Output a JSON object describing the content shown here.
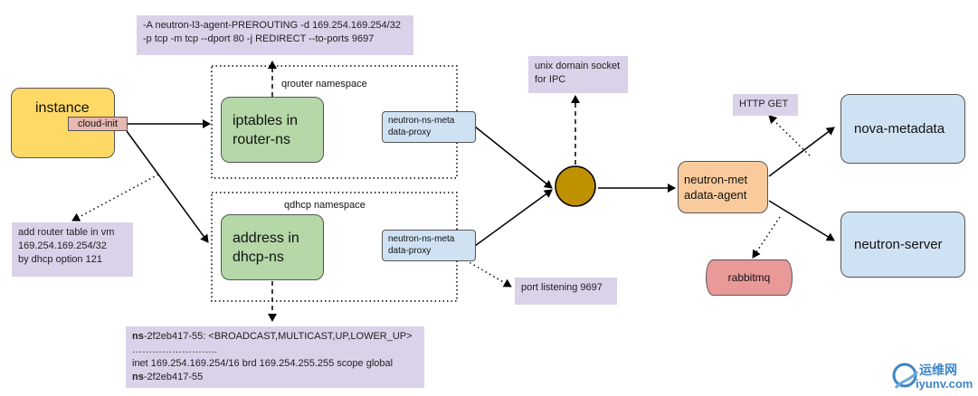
{
  "notes": {
    "iptables_rule": "-A neutron-l3-agent-PREROUTING -d 169.254.169.254/32\n-p tcp -m tcp --dport 80 -j REDIRECT --to-ports 9697",
    "unix_socket": "unix domain socket\nfor IPC",
    "http_get": "HTTP GET",
    "router_table": "add router table in vm\n169.254.169.254/32\nby dhcp option 121",
    "port_listening": "port listening 9697",
    "ns_line1_bold": "ns",
    "ns_line1_rest": "-2f2eb417-55: <BROADCAST,MULTICAST,UP,LOWER_UP>",
    "ns_line2": "……………………..",
    "ns_line3": "inet 169.254.169.254/16 brd 169.254.255.255 scope global",
    "ns_line4_bold": "ns",
    "ns_line4_rest": "-2f2eb417-55"
  },
  "namespaces": {
    "qrouter": "qrouter namespace",
    "qdhcp": "qdhcp namespace"
  },
  "nodes": {
    "instance": "instance",
    "cloud_init": "cloud-init",
    "iptables": "iptables in\nrouter-ns",
    "address": "address in\ndhcp-ns",
    "proxy_top": "neutron-ns-meta\ndata-proxy",
    "proxy_bottom": "neutron-ns-meta\ndata-proxy",
    "metadata_agent": "neutron-met\nadata-agent",
    "nova_metadata": "nova-metadata",
    "neutron_server": "neutron-server",
    "rabbitmq": "rabbitmq"
  },
  "watermark": {
    "name": "运维网",
    "url": "iyunv.com"
  },
  "colors": {
    "instance": "#ffd966",
    "cloud_init": "#e6b8af",
    "green": "#b6d7a8",
    "blue": "#cfe2f3",
    "agent": "#f9cb9c",
    "rabbitmq": "#ea9999",
    "hub": "#bf9000",
    "note": "#d9d2e9"
  }
}
